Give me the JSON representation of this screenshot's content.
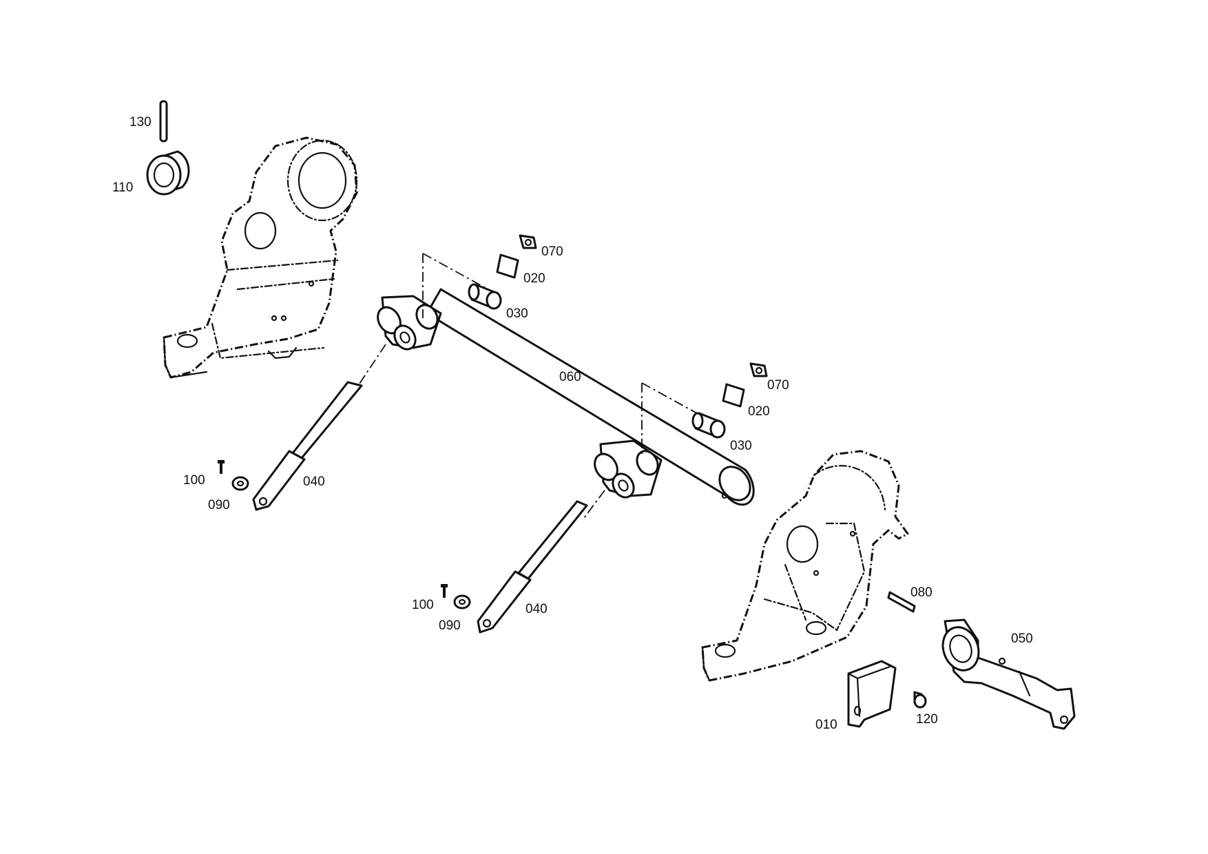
{
  "diagram": {
    "part_labels": [
      {
        "key": "130",
        "text": "130"
      },
      {
        "key": "110",
        "text": "110"
      },
      {
        "key": "070a",
        "text": "070"
      },
      {
        "key": "020a",
        "text": "020"
      },
      {
        "key": "030a",
        "text": "030"
      },
      {
        "key": "060",
        "text": "060"
      },
      {
        "key": "070b",
        "text": "070"
      },
      {
        "key": "020b",
        "text": "020"
      },
      {
        "key": "030b",
        "text": "030"
      },
      {
        "key": "100a",
        "text": "100"
      },
      {
        "key": "090a",
        "text": "090"
      },
      {
        "key": "040a",
        "text": "040"
      },
      {
        "key": "100b",
        "text": "100"
      },
      {
        "key": "090b",
        "text": "090"
      },
      {
        "key": "040b",
        "text": "040"
      },
      {
        "key": "080",
        "text": "080"
      },
      {
        "key": "050",
        "text": "050"
      },
      {
        "key": "010",
        "text": "010"
      },
      {
        "key": "120",
        "text": "120"
      }
    ]
  }
}
